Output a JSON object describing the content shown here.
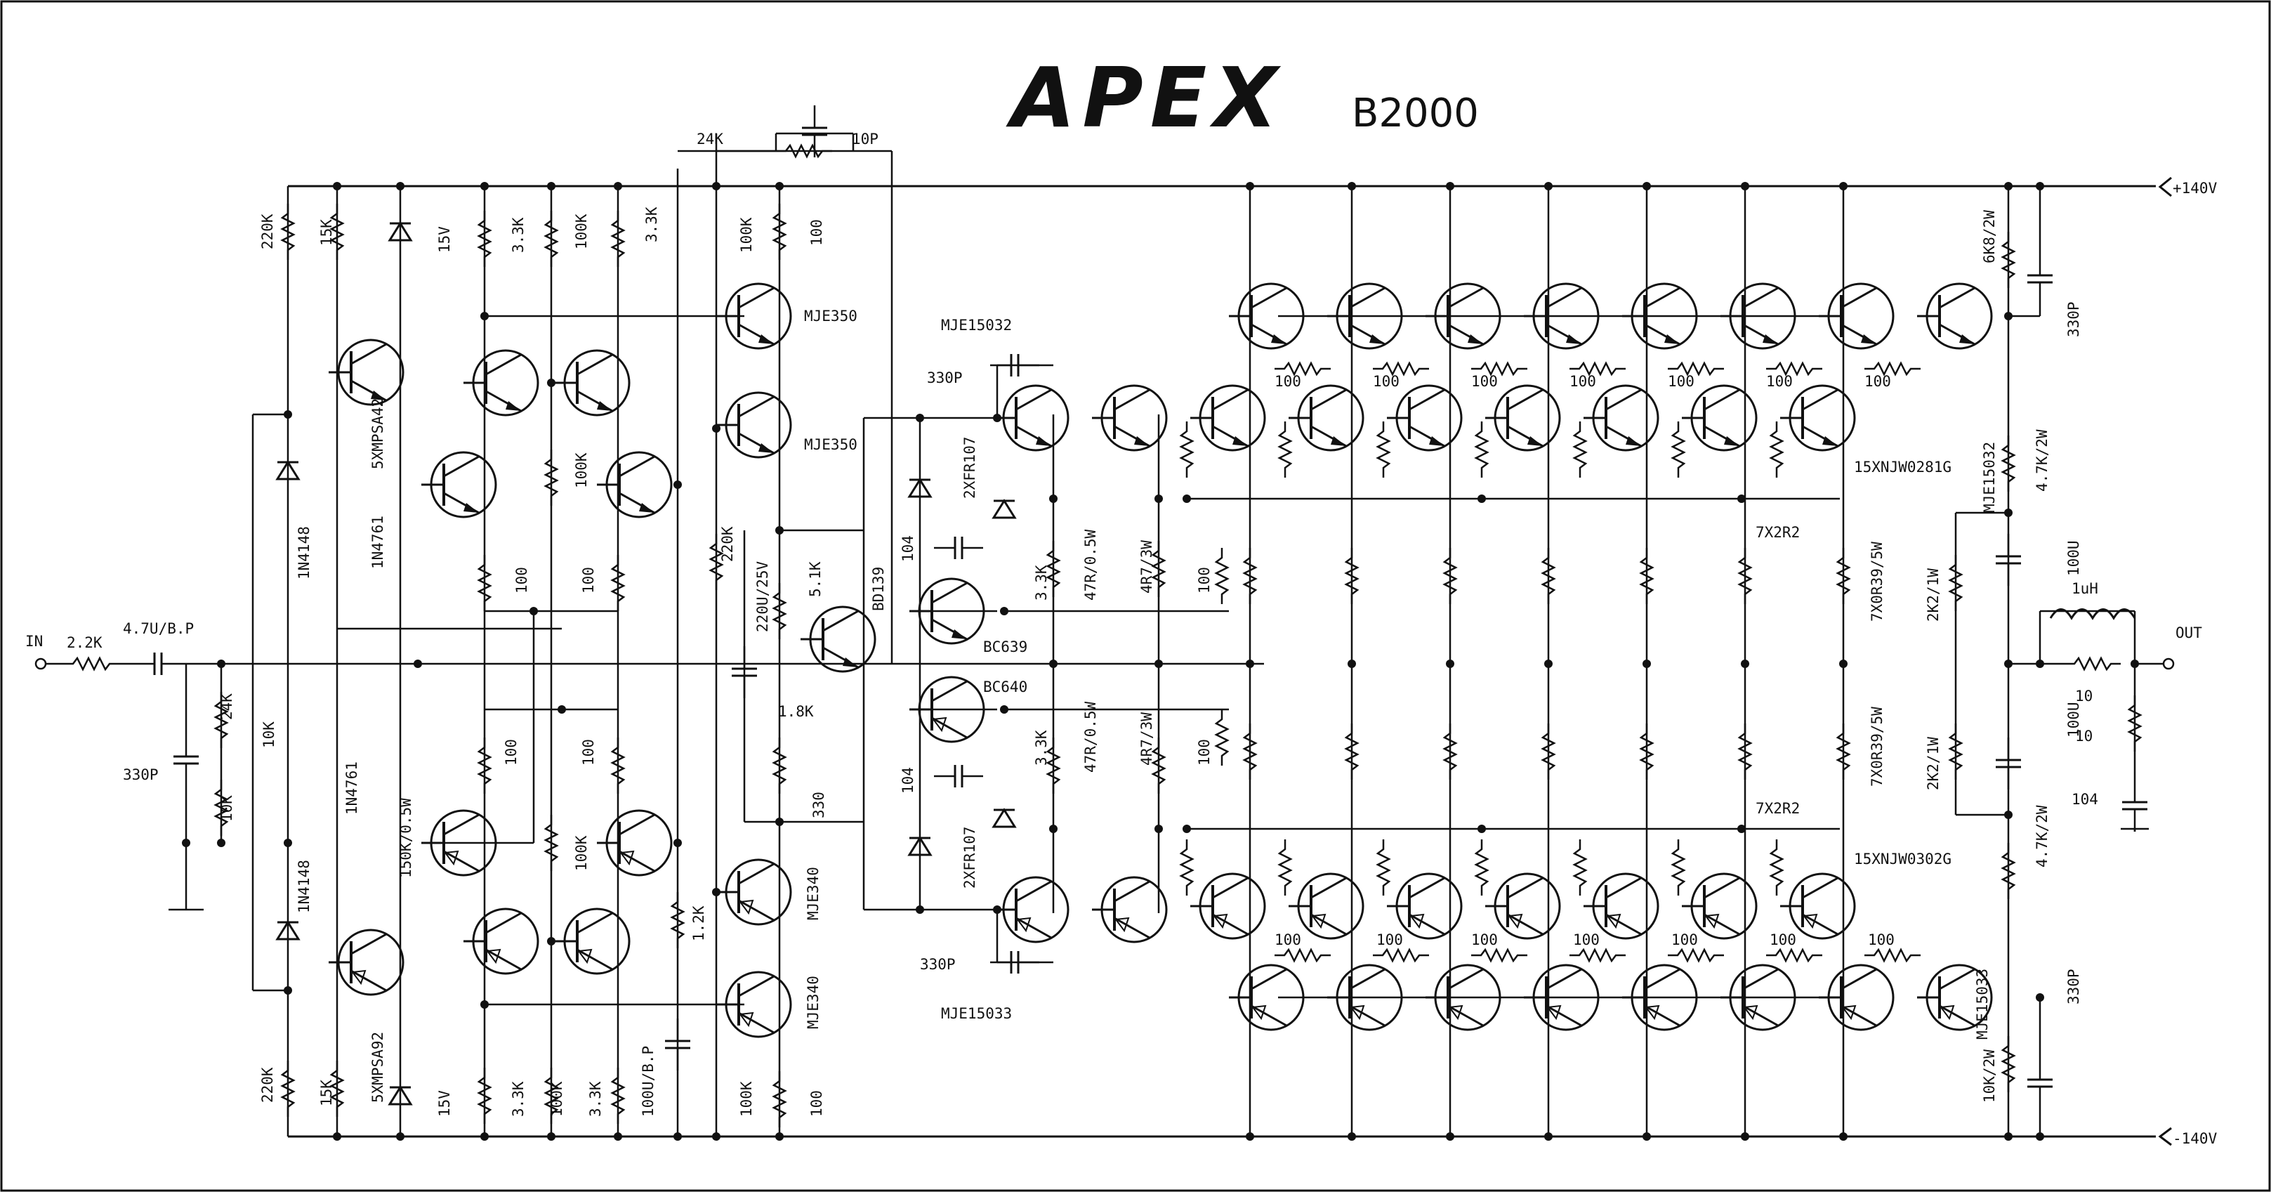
{
  "brand": "APEX",
  "model": "B2000",
  "rails": {
    "positive": "+140V",
    "negative": "-140V"
  },
  "io": {
    "input": "IN",
    "output": "OUT"
  },
  "labels": [
    "2.2K",
    "4.7U/B.P",
    "330P",
    "24K",
    "10K",
    "10K",
    "220K",
    "220K",
    "1N4148",
    "1N4148",
    "15K",
    "15K",
    "5XMPSA42",
    "5XMPSA92",
    "1N4761",
    "1N4761",
    "15V",
    "15V",
    "150K/0.5W",
    "3.3K",
    "3.3K",
    "3.3K",
    "3.3K",
    "100K",
    "100K",
    "100K",
    "100K",
    "100",
    "100",
    "100",
    "100",
    "100U/B.P",
    "1.2K",
    "24K",
    "10P",
    "100K",
    "100",
    "MJE350",
    "MJE350",
    "220K",
    "220U/25V",
    "5.1K",
    "BD139",
    "1.8K",
    "330",
    "MJE340",
    "MJE340",
    "100K",
    "100",
    "MJE15032",
    "330P",
    "104",
    "2XFR107",
    "BC639",
    "BC640",
    "104",
    "2XFR107",
    "330P",
    "MJE15033",
    "3.3K",
    "3.3K",
    "47R/0.5W",
    "47R/0.5W",
    "4R7/3W",
    "4R7/3W",
    "100",
    "100",
    "15XNJW0281G",
    "15XNJW0302G",
    "7X2R2",
    "7X2R2",
    "7X0R39/5W",
    "7X0R39/5W",
    "6K8/2W",
    "MJE15032",
    "4.7K/2W",
    "330P",
    "100U",
    "2K2/1W",
    "2K2/1W",
    "100U",
    "4.7K/2W",
    "MJE15033",
    "10K/2W",
    "330P",
    "1uH",
    "10",
    "10",
    "104",
    "100",
    "100",
    "100",
    "100",
    "100",
    "100",
    "100",
    "100",
    "100",
    "100",
    "100",
    "100",
    "100",
    "100"
  ]
}
